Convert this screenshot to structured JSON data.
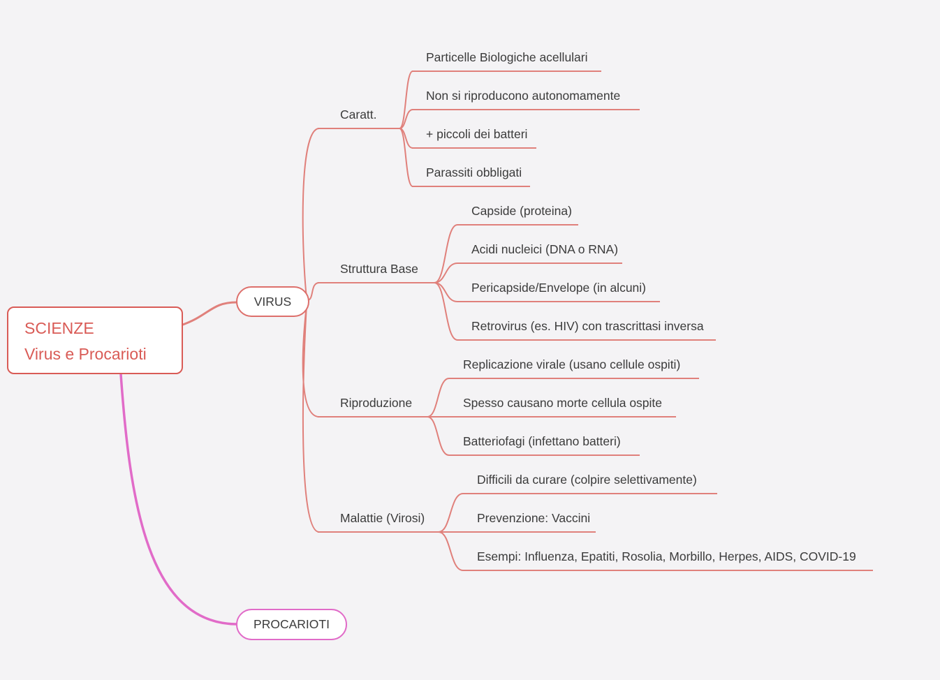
{
  "palette": {
    "background": "#f4f3f5",
    "virus_branch": "#e0807b",
    "virus_pill_border": "#dd6f6b",
    "root_accent": "#d95b56",
    "procarioti_branch": "#e16bc8",
    "text": "#3b3b3b"
  },
  "root": {
    "line1": "SCIENZE",
    "line2": "Virus e Procarioti"
  },
  "virus": {
    "label": "VIRUS",
    "branches": [
      {
        "label": "Caratt.",
        "children": [
          "Particelle Biologiche acellulari",
          "Non si riproducono autonomamente",
          "+ piccoli dei batteri",
          "Parassiti obbligati"
        ]
      },
      {
        "label": "Struttura Base",
        "children": [
          "Capside (proteina)",
          "Acidi nucleici (DNA o RNA)",
          "Pericapside/Envelope (in alcuni)",
          "Retrovirus (es. HIV) con trascrittasi inversa"
        ]
      },
      {
        "label": "Riproduzione",
        "children": [
          "Replicazione virale (usano cellule ospiti)",
          "Spesso causano morte cellula ospite",
          "Batteriofagi (infettano batteri)"
        ]
      },
      {
        "label": "Malattie (Virosi)",
        "children": [
          "Difficili da curare (colpire selettivamente)",
          "Prevenzione: Vaccini",
          "Esempi: Influenza, Epatiti, Rosolia, Morbillo, Herpes, AIDS, COVID-19"
        ]
      }
    ]
  },
  "procarioti": {
    "label": "PROCARIOTI"
  }
}
